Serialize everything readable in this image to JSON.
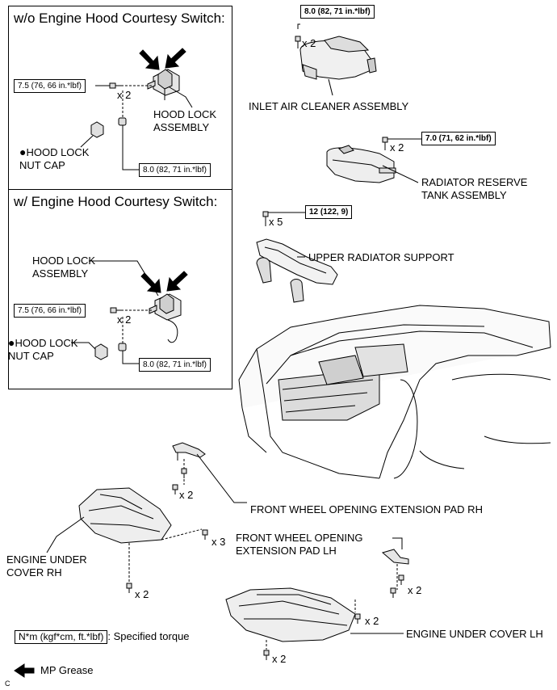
{
  "panels": {
    "wo_switch": {
      "title": "w/o Engine Hood Courtesy Switch:",
      "torque_a": "7.5 (76, 66 in.*lbf)",
      "qty_a": "x 2",
      "hood_lock_label": "HOOD LOCK\nASSEMBLY",
      "nut_cap_label": "HOOD LOCK\nNUT CAP",
      "torque_b": "8.0 (82, 71 in.*lbf)"
    },
    "w_switch": {
      "title": "w/ Engine Hood Courtesy Switch:",
      "hood_lock_label": "HOOD LOCK\nASSEMBLY",
      "torque_a": "7.5 (76, 66 in.*lbf)",
      "qty_a": "x 2",
      "nut_cap_label": "HOOD LOCK\nNUT CAP",
      "torque_b": "8.0 (82, 71 in.*lbf)"
    }
  },
  "parts": {
    "inlet": {
      "torque": "8.0 (82, 71 in.*lbf)",
      "qty": "x 2",
      "label": "INLET AIR CLEANER ASSEMBLY"
    },
    "reserve": {
      "torque": "7.0 (71, 62 in.*lbf)",
      "qty": "x 2",
      "label": "RADIATOR RESERVE\nTANK ASSEMBLY"
    },
    "upper_support": {
      "torque": "12 (122, 9)",
      "qty": "x 5",
      "label": "UPPER RADIATOR SUPPORT"
    },
    "pad_rh": {
      "qty": "x 2",
      "label": "FRONT WHEEL OPENING EXTENSION PAD RH"
    },
    "under_rh": {
      "qty_a": "x 3",
      "qty_b": "x 2",
      "label": "ENGINE UNDER\nCOVER RH"
    },
    "pad_lh": {
      "qty": "x 2",
      "label": "FRONT WHEEL OPENING\nEXTENSION PAD LH"
    },
    "under_lh": {
      "qty_a": "x 2",
      "qty_b": "x 2",
      "label": "ENGINE UNDER COVER LH"
    }
  },
  "legend": {
    "torque_key": "N*m (kgf*cm, ft.*lbf)",
    "torque_desc": ": Specified torque",
    "grease": "MP Grease"
  },
  "corner_mark": "C",
  "bullet": "●"
}
